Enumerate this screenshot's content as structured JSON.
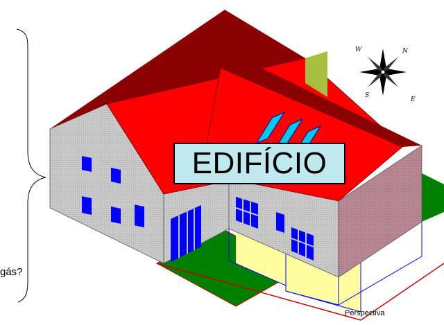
{
  "title": "EDIFÍCIO",
  "caption": "Perspectiva",
  "partial_text": "gás?",
  "compass": {
    "n": "N",
    "s": "S",
    "e": "E",
    "w": "W"
  },
  "colors": {
    "roof_top": "#ff0000",
    "roof_shade": "#8b0000",
    "wall": "#c8c8c8",
    "wall_side": "#b07a8a",
    "window": "#0000ff",
    "skylight": "#00c8e8",
    "lawn": "#008000",
    "ground_plane": "#ffffa0",
    "title_box": "#bfe9ef"
  }
}
